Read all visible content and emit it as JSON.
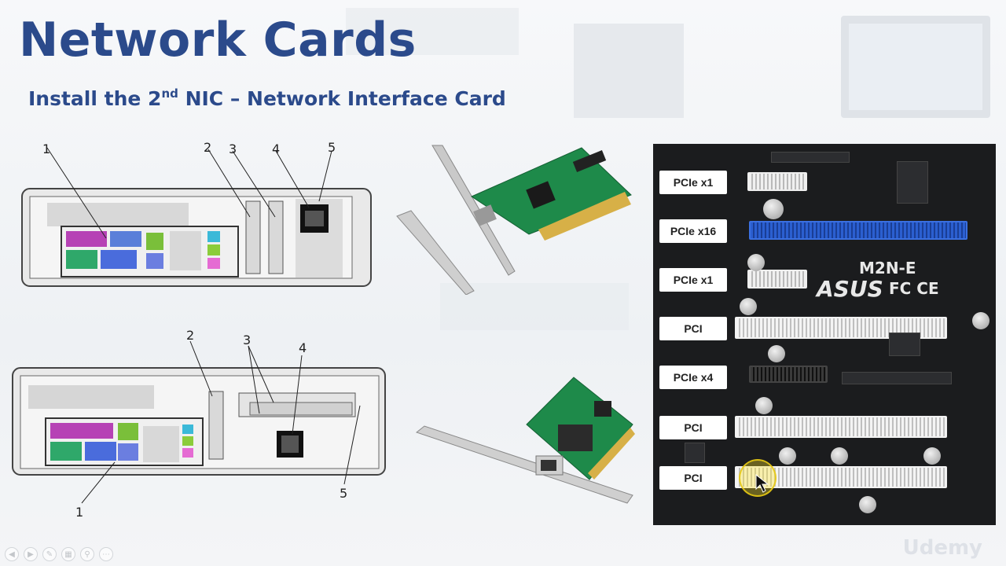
{
  "slide": {
    "title": "Network Cards",
    "subtitle_prefix": "Install the 2",
    "subtitle_sup": "nd",
    "subtitle_suffix": " NIC – Network Interface Card"
  },
  "figure_top": {
    "callouts": [
      "1",
      "2",
      "3",
      "4",
      "5"
    ]
  },
  "figure_bottom": {
    "callouts": [
      "2",
      "3",
      "4",
      "5",
      "1"
    ]
  },
  "motherboard": {
    "model": "M2N-E",
    "brand": "ASUS",
    "marks": "FC CE",
    "slots": [
      {
        "label": "PCIe x1"
      },
      {
        "label": "PCIe x16"
      },
      {
        "label": "PCIe x1"
      },
      {
        "label": "PCI"
      },
      {
        "label": "PCIe x4"
      },
      {
        "label": "PCI"
      },
      {
        "label": "PCI"
      }
    ]
  },
  "player": {
    "buttons": [
      "previous-icon",
      "next-icon",
      "pen-icon",
      "slides-icon",
      "zoom-icon",
      "more-icon"
    ]
  },
  "watermark": "Udemy",
  "colors": {
    "title": "#2b4a8b",
    "pcie_x16": "#2b5fd0",
    "nic_pcb": "#1e8a4a"
  }
}
